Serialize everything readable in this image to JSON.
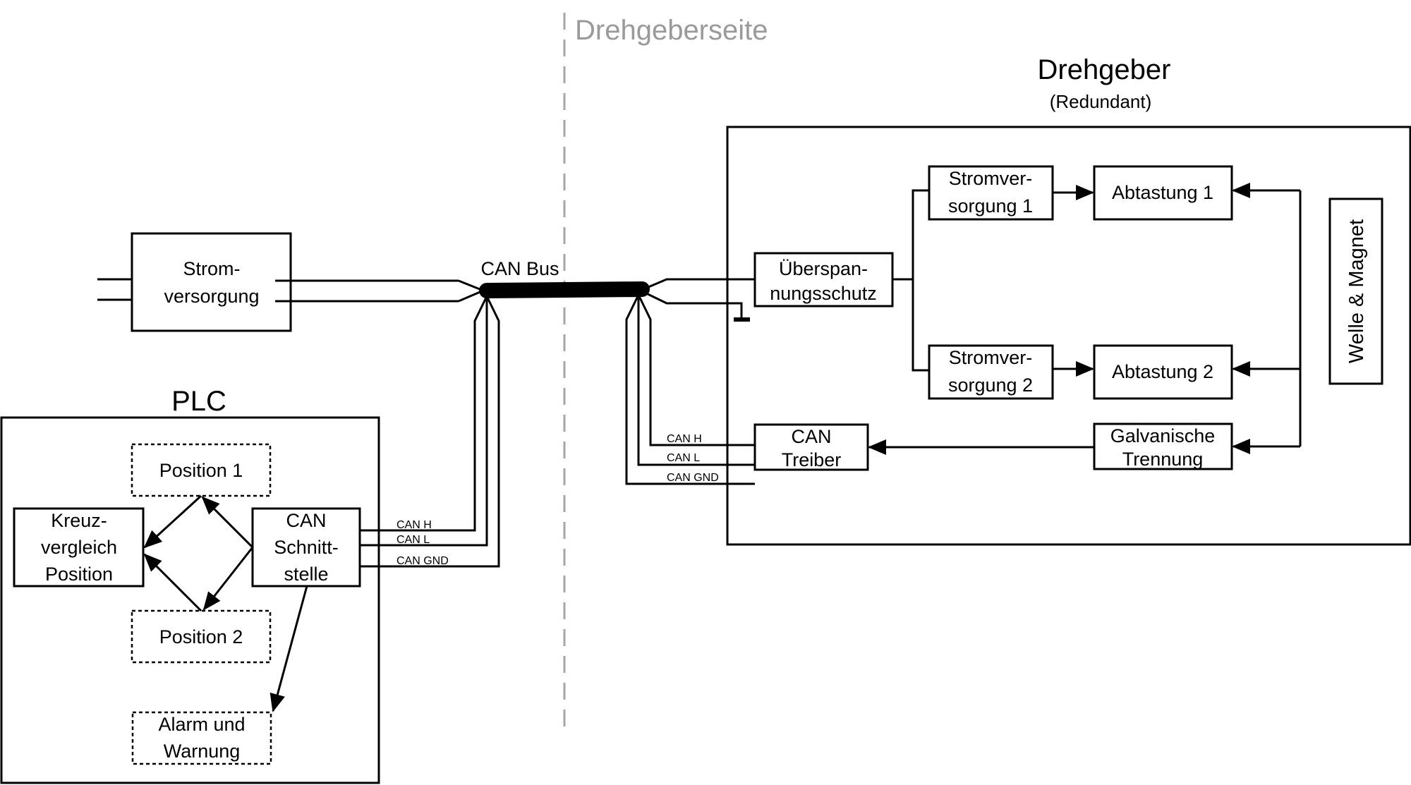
{
  "side_label": "Drehgeberseite",
  "colors": {
    "line": "#000000",
    "divider": "#a6a6a6",
    "side_label": "#9a9a9a"
  },
  "power_supply": {
    "line1": "Strom-",
    "line2": "versorgung"
  },
  "can_bus": {
    "label": "CAN Bus"
  },
  "plc": {
    "title": "PLC",
    "position1": "Position 1",
    "position2": "Position 2",
    "cross_compare": {
      "line1": "Kreuz-",
      "line2": "vergleich",
      "line3": "Position"
    },
    "can_interface": {
      "line1": "CAN",
      "line2": "Schnitt-",
      "line3": "stelle"
    },
    "alarm": {
      "line1": "Alarm und",
      "line2": "Warnung"
    },
    "wires": [
      "CAN H",
      "CAN L",
      "CAN GND"
    ]
  },
  "encoder": {
    "title": "Drehgeber",
    "subtitle": "(Redundant)",
    "surge": {
      "line1": "Überspan-",
      "line2": "nungsschutz"
    },
    "psu1": {
      "line1": "Stromver-",
      "line2": "sorgung 1"
    },
    "psu2": {
      "line1": "Stromver-",
      "line2": "sorgung 2"
    },
    "scan1": "Abtastung 1",
    "scan2": "Abtastung 2",
    "shaft": "Welle & Magnet",
    "can_driver": {
      "line1": "CAN",
      "line2": "Treiber"
    },
    "isolation": {
      "line1": "Galvanische",
      "line2": "Trennung"
    },
    "wires": [
      "CAN H",
      "CAN L",
      "CAN GND"
    ]
  }
}
